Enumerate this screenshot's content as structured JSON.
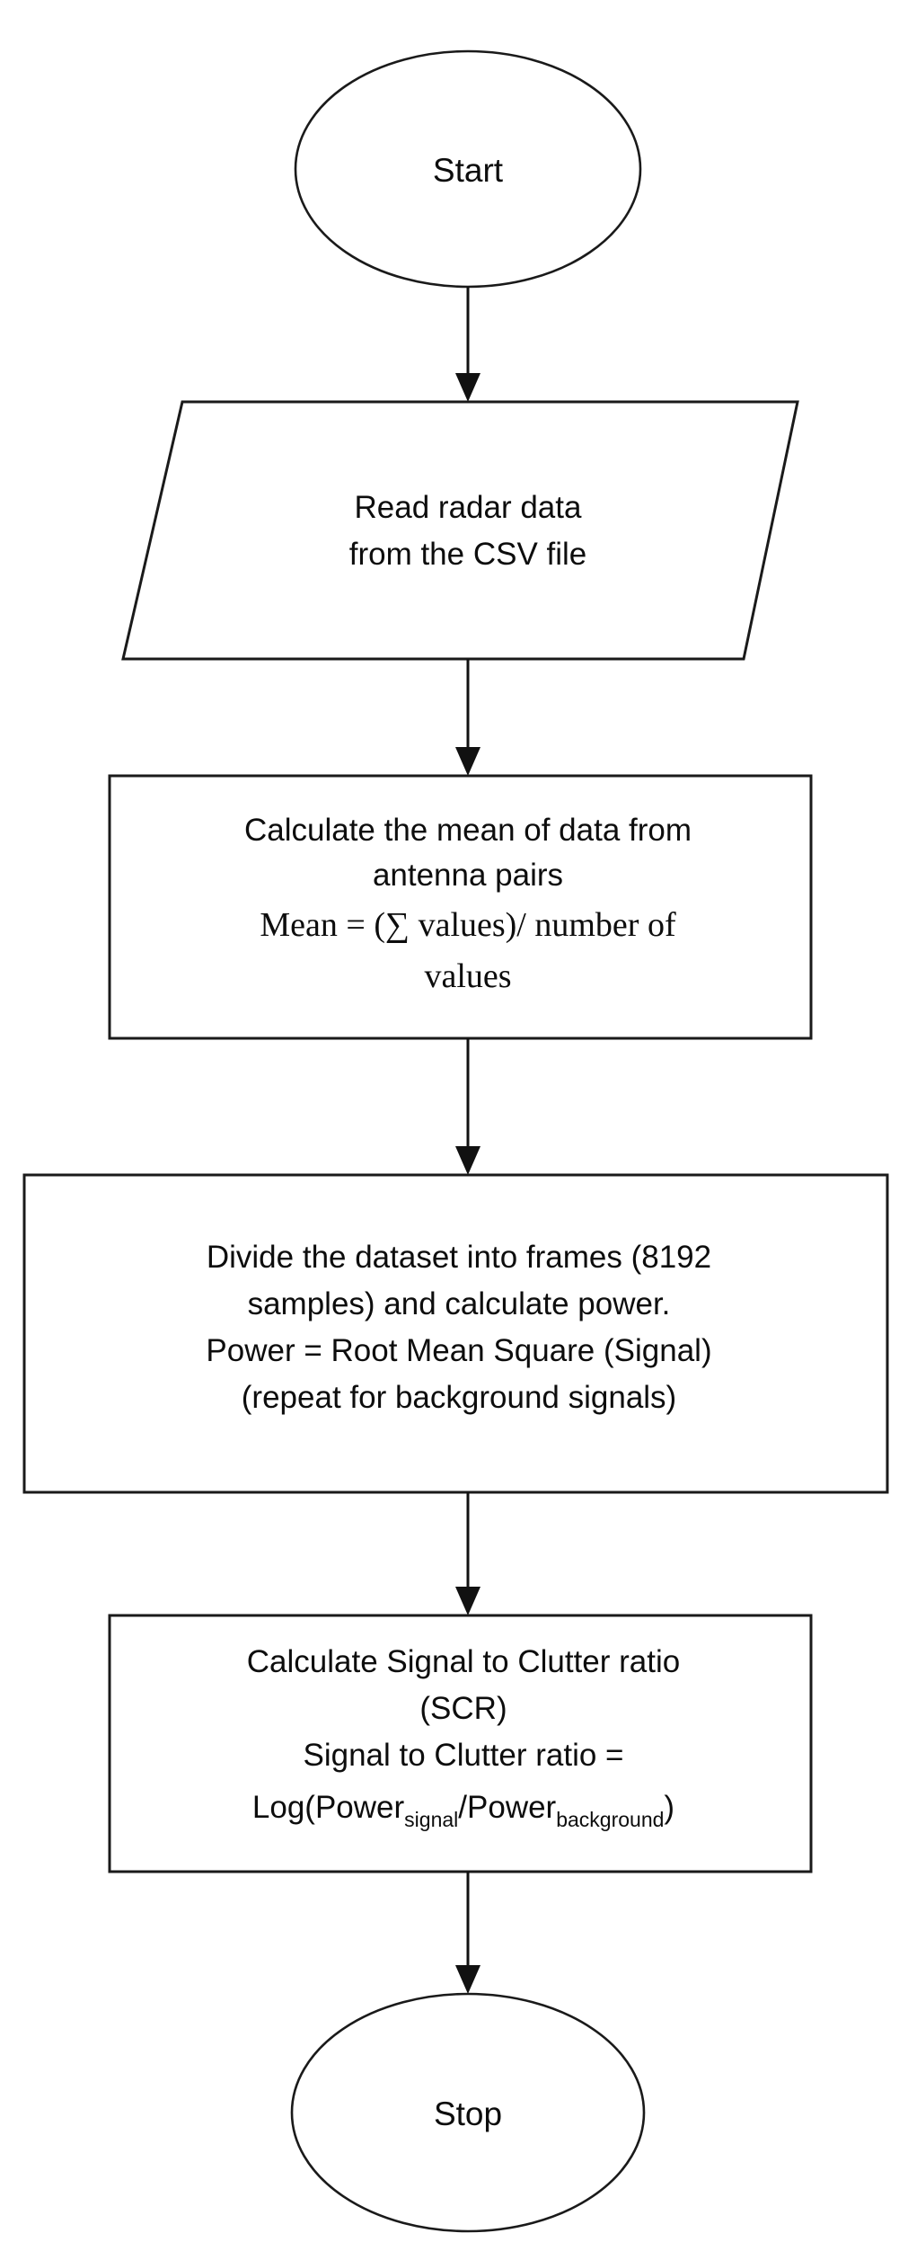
{
  "diagram": {
    "title": "Radar signal-to-clutter ratio processing flowchart",
    "type": "flowchart",
    "background_color": "#ffffff",
    "stroke_color": "#1a1a1a",
    "text_color": "#0d0d0d"
  },
  "nodes": {
    "start": {
      "shape": "ellipse",
      "label": "Start"
    },
    "read_data": {
      "shape": "parallelogram",
      "lines": [
        "Read radar data",
        "from the CSV file"
      ]
    },
    "mean": {
      "shape": "rectangle",
      "lines": [
        "Calculate the mean of data from",
        "antenna pairs"
      ],
      "formula": {
        "prefix": "Mean = (",
        "sigma": "∑",
        "middle": " values)/ number of",
        "tail": "values"
      }
    },
    "power": {
      "shape": "rectangle",
      "lines": [
        "Divide the dataset into frames (8192",
        "samples) and calculate power.",
        "Power = Root Mean Square (Signal)",
        "(repeat for background signals)"
      ]
    },
    "scr": {
      "shape": "rectangle",
      "lines": [
        "Calculate Signal to Clutter ratio",
        "(SCR)",
        "Signal to Clutter ratio ="
      ],
      "formula": {
        "log_open": "Log(Power",
        "sub_signal": "signal",
        "slash_power": "/Power",
        "sub_background": "background",
        "close": ")"
      }
    },
    "stop": {
      "shape": "ellipse",
      "label": "Stop"
    }
  },
  "connectors": [
    {
      "from": "start",
      "to": "read_data",
      "arrow": "down"
    },
    {
      "from": "read_data",
      "to": "mean",
      "arrow": "down"
    },
    {
      "from": "mean",
      "to": "power",
      "arrow": "down"
    },
    {
      "from": "power",
      "to": "scr",
      "arrow": "down"
    },
    {
      "from": "scr",
      "to": "stop",
      "arrow": "down"
    }
  ]
}
